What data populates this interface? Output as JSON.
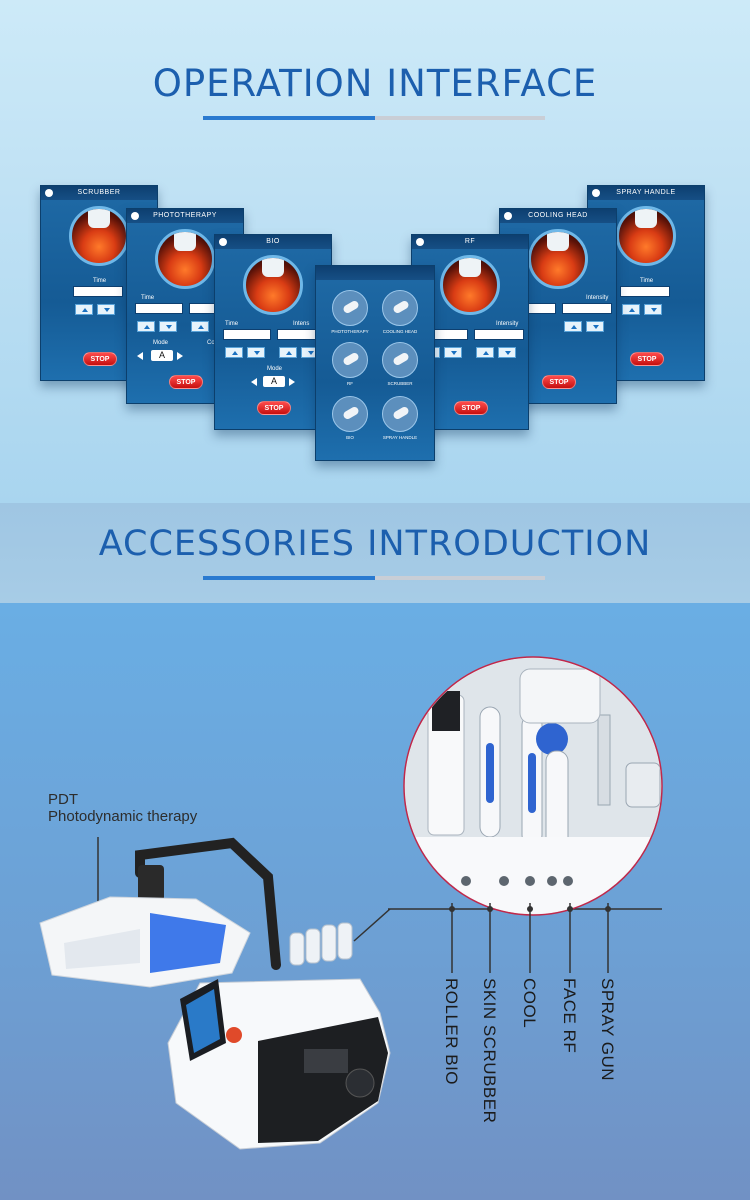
{
  "sections": {
    "operation": {
      "title": "OPERATION INTERFACE",
      "panels": {
        "scrubber": {
          "title": "SCRUBBER",
          "time_label": "Time",
          "stop": "STOP"
        },
        "phototherapy": {
          "title": "PHOTOTHERAPY",
          "time_label": "Time",
          "mode_label": "Mode",
          "mode_value": "A",
          "color_label": "Colo",
          "stop": "STOP"
        },
        "bio": {
          "title": "BIO",
          "time_label": "Time",
          "intensity_label": "Intens",
          "mode_label": "Mode",
          "mode_value": "A",
          "stop": "STOP"
        },
        "rf": {
          "title": "RF",
          "intensity_label": "Intensity",
          "stop": "STOP"
        },
        "cooling": {
          "title": "COOLING HEAD",
          "intensity_label": "Intensity",
          "stop": "STOP"
        },
        "spray": {
          "title": "SPRAY HANDLE",
          "time_label": "Time",
          "stop": "STOP"
        },
        "menu": {
          "items": [
            "PHOTOTHERAPY",
            "COOLING HEAD",
            "RF",
            "SCRUBBER",
            "BIO",
            "SPRAY HANDLE"
          ]
        }
      }
    },
    "accessories": {
      "title": "ACCESSORIES INTRODUCTION",
      "pdt_title": "PDT",
      "pdt_subtitle": "Photodynamic therapy",
      "labels": [
        "ROLLER BIO",
        "SKIN SCRUBBER",
        "COOL",
        "FACE RF",
        "SPRAY GUN"
      ]
    }
  },
  "colors": {
    "title_blue": "#1c5fae",
    "panel_blue": "#155b95",
    "stop_red": "#e01d1d",
    "bg_bottom": "#6d9fd3"
  }
}
